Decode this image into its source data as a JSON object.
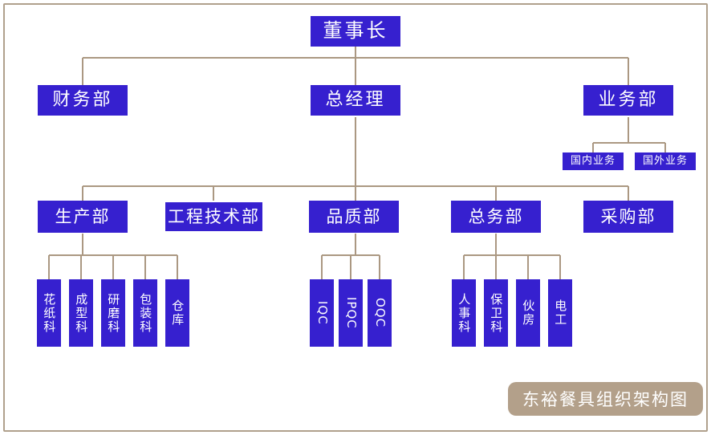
{
  "chart_data": {
    "type": "diagram",
    "diagram_kind": "organization-chart",
    "title": "东裕餐具组织架构图",
    "orientation": "top-down",
    "colors": {
      "node_fill": "#3620cf",
      "node_text": "#ffffff",
      "connector": "#ab9882",
      "frame_border": "#b0a08c",
      "caption_fill": "#b3a08a",
      "background": "#ffffff"
    },
    "levels": [
      {
        "level": 1,
        "nodes": [
          "董事长"
        ]
      },
      {
        "level": 2,
        "nodes": [
          "财务部",
          "总经理",
          "业务部"
        ]
      },
      {
        "level": 3,
        "nodes": [
          "国内业务",
          "国外业务"
        ]
      },
      {
        "level": 4,
        "nodes": [
          "生产部",
          "工程技术部",
          "品质部",
          "总务部",
          "采购部"
        ]
      },
      {
        "level": 5,
        "nodes": [
          "花纸科",
          "成型科",
          "研磨科",
          "包装科",
          "仓库",
          "IQC",
          "IPQC",
          "OQC",
          "人事科",
          "保卫科",
          "伙房",
          "电工"
        ]
      }
    ],
    "edges": [
      {
        "from": "董事长",
        "to": "财务部"
      },
      {
        "from": "董事长",
        "to": "总经理"
      },
      {
        "from": "董事长",
        "to": "业务部"
      },
      {
        "from": "业务部",
        "to": "国内业务"
      },
      {
        "from": "业务部",
        "to": "国外业务"
      },
      {
        "from": "总经理",
        "to": "生产部"
      },
      {
        "from": "总经理",
        "to": "工程技术部"
      },
      {
        "from": "总经理",
        "to": "品质部"
      },
      {
        "from": "总经理",
        "to": "总务部"
      },
      {
        "from": "总经理",
        "to": "采购部"
      },
      {
        "from": "生产部",
        "to": "花纸科"
      },
      {
        "from": "生产部",
        "to": "成型科"
      },
      {
        "from": "生产部",
        "to": "研磨科"
      },
      {
        "from": "生产部",
        "to": "包装科"
      },
      {
        "from": "生产部",
        "to": "仓库"
      },
      {
        "from": "品质部",
        "to": "IQC"
      },
      {
        "from": "品质部",
        "to": "IPQC"
      },
      {
        "from": "品质部",
        "to": "OQC"
      },
      {
        "from": "总务部",
        "to": "人事科"
      },
      {
        "from": "总务部",
        "to": "保卫科"
      },
      {
        "from": "总务部",
        "to": "伙房"
      },
      {
        "from": "总务部",
        "to": "电工"
      }
    ]
  },
  "org": {
    "chairman": {
      "label": "董事长"
    },
    "level2": {
      "finance": {
        "label": "财务部"
      },
      "general_manager": {
        "label": "总经理"
      },
      "business": {
        "label": "业务部"
      }
    },
    "business_children": {
      "domestic": {
        "label": "国内业务"
      },
      "overseas": {
        "label": "国外业务"
      }
    },
    "departments": {
      "production": {
        "label": "生产部"
      },
      "engineering": {
        "label": "工程技术部"
      },
      "quality": {
        "label": "品质部"
      },
      "general_affairs": {
        "label": "总务部"
      },
      "purchasing": {
        "label": "采购部"
      }
    },
    "production_children": [
      {
        "label": "花纸科"
      },
      {
        "label": "成型科"
      },
      {
        "label": "研磨科"
      },
      {
        "label": "包装科"
      },
      {
        "label": "仓库"
      }
    ],
    "quality_children": [
      {
        "label": "IQC"
      },
      {
        "label": "IPQC"
      },
      {
        "label": "OQC"
      }
    ],
    "general_affairs_children": [
      {
        "label": "人事科"
      },
      {
        "label": "保卫科"
      },
      {
        "label": "伙房"
      },
      {
        "label": "电工"
      }
    ]
  },
  "caption": {
    "text": "东裕餐具组织架构图"
  }
}
